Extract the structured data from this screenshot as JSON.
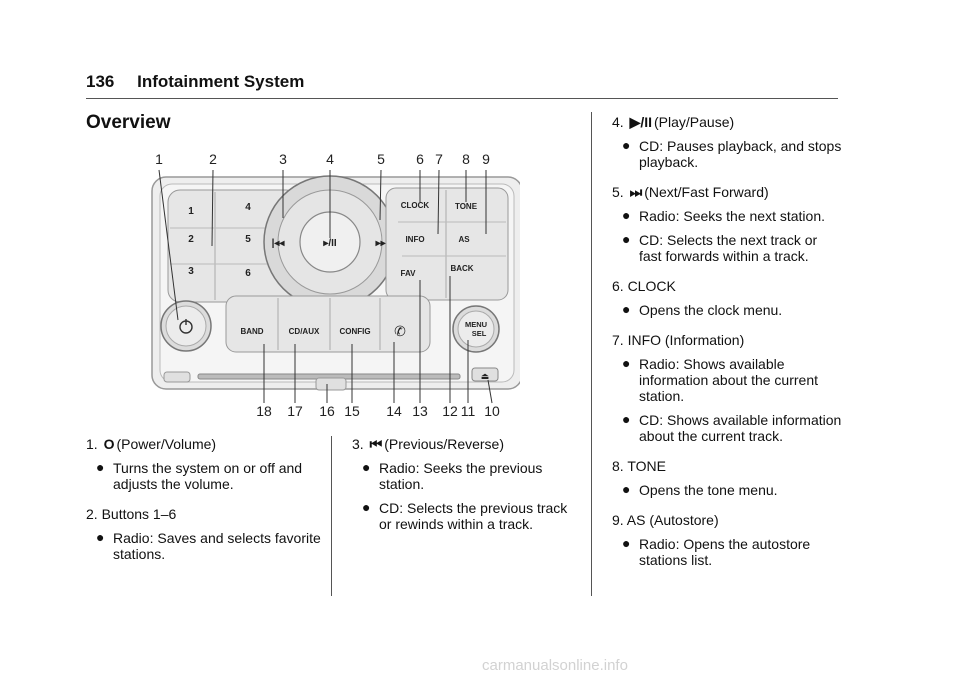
{
  "header": {
    "page_number": "136",
    "title": "Infotainment System"
  },
  "section": {
    "title": "Overview"
  },
  "diagram": {
    "callouts_top": [
      "1",
      "2",
      "3",
      "4",
      "5",
      "6",
      "7",
      "8",
      "9"
    ],
    "callouts_bottom": [
      "18",
      "17",
      "16",
      "15",
      "14",
      "13",
      "12",
      "11",
      "10"
    ],
    "preset_buttons": [
      "1",
      "2",
      "3",
      "4",
      "5",
      "6"
    ],
    "right_buttons": [
      "CLOCK",
      "TONE",
      "INFO",
      "AS",
      "FAV",
      "BACK"
    ],
    "bottom_buttons": [
      "BAND",
      "CD/AUX",
      "CONFIG"
    ],
    "menu_button": [
      "MENU",
      "SEL"
    ]
  },
  "col1": [
    {
      "head": "1. ",
      "glyph": "O",
      "label": "(Power/Volume)",
      "bullets": [
        "Turns the system on or off and adjusts the volume."
      ]
    },
    {
      "head": "2. Buttons 1–6",
      "glyph": "",
      "label": "",
      "bullets": [
        "Radio: Saves and selects favorite stations."
      ]
    }
  ],
  "col2": [
    {
      "head": "3. ",
      "glyph": "⏮",
      "label": "(Previous/Reverse)",
      "bullets": [
        "Radio: Seeks the previous station.",
        "CD: Selects the previous track or rewinds within a track."
      ]
    }
  ],
  "col3": [
    {
      "head": "4. ",
      "glyph": "▶/II",
      "label": "(Play/Pause)",
      "bullets": [
        "CD: Pauses playback, and stops playback."
      ]
    },
    {
      "head": "5. ",
      "glyph": "⏭",
      "label": "(Next/Fast Forward)",
      "bullets": [
        "Radio: Seeks the next station.",
        "CD: Selects the next track or fast forwards within a track."
      ]
    },
    {
      "head": "6. CLOCK",
      "glyph": "",
      "label": "",
      "bullets": [
        "Opens the clock menu."
      ]
    },
    {
      "head": "7. INFO (Information)",
      "glyph": "",
      "label": "",
      "bullets": [
        "Radio: Shows available information about the current station.",
        "CD: Shows available information about the current track."
      ]
    },
    {
      "head": "8. TONE",
      "glyph": "",
      "label": "",
      "bullets": [
        "Opens the tone menu."
      ]
    },
    {
      "head": "9. AS (Autostore)",
      "glyph": "",
      "label": "",
      "bullets": [
        "Radio: Opens the autostore stations list."
      ]
    }
  ],
  "footer": {
    "watermark": "carmanualsonline.info"
  }
}
